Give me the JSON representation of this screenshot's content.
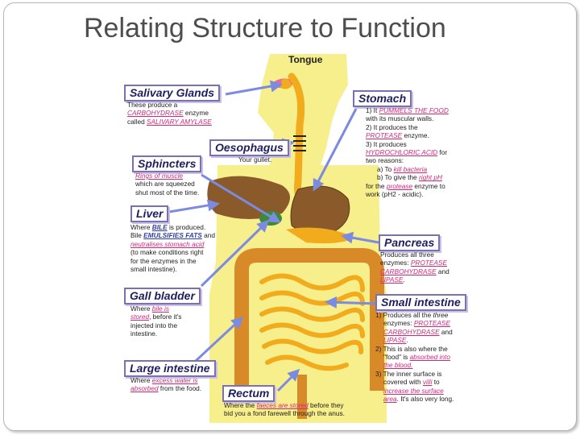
{
  "slide": {
    "title": "Relating Structure to Function"
  },
  "diagram": {
    "tongue": "Tongue",
    "salivary": {
      "heading": "Salivary Glands",
      "l1": "These produce a",
      "l2a": "CARBOHYDRASE",
      "l2b": " enzyme",
      "l3a": "called ",
      "l3b": "SALIVARY AMYLASE"
    },
    "oesophagus": {
      "heading": "Oesophagus",
      "l1": "Your gullet."
    },
    "sphincters": {
      "heading": "Sphincters",
      "l1": "Rings of muscle",
      "l2": "which are squeezed",
      "l3": "shut most of the time."
    },
    "liver": {
      "heading": "Liver",
      "l1a": "Where ",
      "l1b": "BILE",
      "l1c": " is produced.",
      "l2a": "Bile ",
      "l2b": "EMULSIFIES FATS",
      "l2c": " and",
      "l3": "neutralises stomach acid",
      "l4": "(to make conditions right",
      "l5": "for the enzymes in the",
      "l6": "small intestine)."
    },
    "gall": {
      "heading": "Gall bladder",
      "l1a": "Where ",
      "l1b": "bile is",
      "l2a": "stored",
      "l2b": ", before it's",
      "l3": "injected into the",
      "l4": "intestine."
    },
    "large": {
      "heading": "Large intestine",
      "l1a": "Where ",
      "l1b": "excess water is",
      "l2a": "absorbed",
      "l2b": " from the food."
    },
    "rectum": {
      "heading": "Rectum",
      "l1a": "Where the ",
      "l1b": "faeces are stored",
      "l1c": " before they",
      "l2": "bid you a fond farewell through the anus."
    },
    "stomach": {
      "heading": "Stomach",
      "l1a": "1) It ",
      "l1b": "PUMMELS THE FOOD",
      "l2": "with its muscular walls.",
      "l3": "2) It produces the",
      "l4a": "PROTEASE",
      "l4b": " enzyme.",
      "l5": "3) It produces",
      "l6a": "HYDROCHLORIC ACID",
      "l6b": " for",
      "l7": "two reasons:",
      "l8a": "a) To ",
      "l8b": "kill bacteria",
      "l9a": "b) To give the ",
      "l9b": "right pH",
      "l10a": "for the ",
      "l10b": "protease",
      "l10c": " enzyme to",
      "l11": "work (pH2 - acidic)."
    },
    "pancreas": {
      "heading": "Pancreas",
      "l1": "Produces all three",
      "l2a": "enzymes: ",
      "l2b": "PROTEASE",
      "l3a": "CARBOHYDRASE",
      "l3b": " and",
      "l4a": "LIPASE",
      "l4b": "."
    },
    "small": {
      "heading": "Small intestine",
      "l1a": "1) Produces all the ",
      "l1b": "three",
      "l2a": "enzymes: ",
      "l2b": "PROTEASE",
      "l3a": "CARBOHYDRASE",
      "l3b": " and",
      "l4a": "LIPASE",
      "l4b": ".",
      "l5": "2) This is also where the",
      "l6a": "\"food\" is ",
      "l6b": "absorbed into",
      "l7": "the blood.",
      "l8": "3) The inner surface is",
      "l9a": "covered with ",
      "l9b": "villi",
      "l9c": " to",
      "l10": "increase the surface",
      "l11a": "area",
      "l11b": ". It's also very long."
    }
  },
  "colors": {
    "body": "#f7ee8c",
    "organ": "#f2ab1c",
    "liver": "#8a5a2a",
    "arrow": "#7b8be0",
    "heading_border": "#7c70b0",
    "highlight": "#d1287a"
  }
}
